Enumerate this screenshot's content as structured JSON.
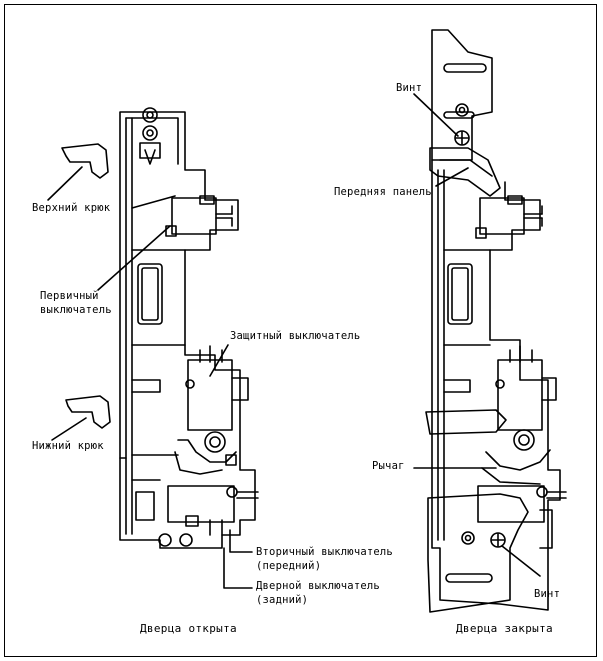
{
  "labels": {
    "upper_hook": "Верхний крюк",
    "primary_switch_line1": "Первичный",
    "primary_switch_line2": "выключатель",
    "protective_switch": "Защитный выключатель",
    "lower_hook": "Нижний крюк",
    "secondary_switch_line1": "Вторичный выключатель",
    "secondary_switch_line2": "(передний)",
    "door_switch_line1": "Дверной выключатель",
    "door_switch_line2": "(задний)",
    "screw_top": "Винт",
    "front_panel": "Передняя панель",
    "lever": "Рычаг",
    "screw_bottom": "Винт"
  },
  "captions": {
    "door_open": "Дверца открыта",
    "door_closed": "Дверца закрыта"
  }
}
